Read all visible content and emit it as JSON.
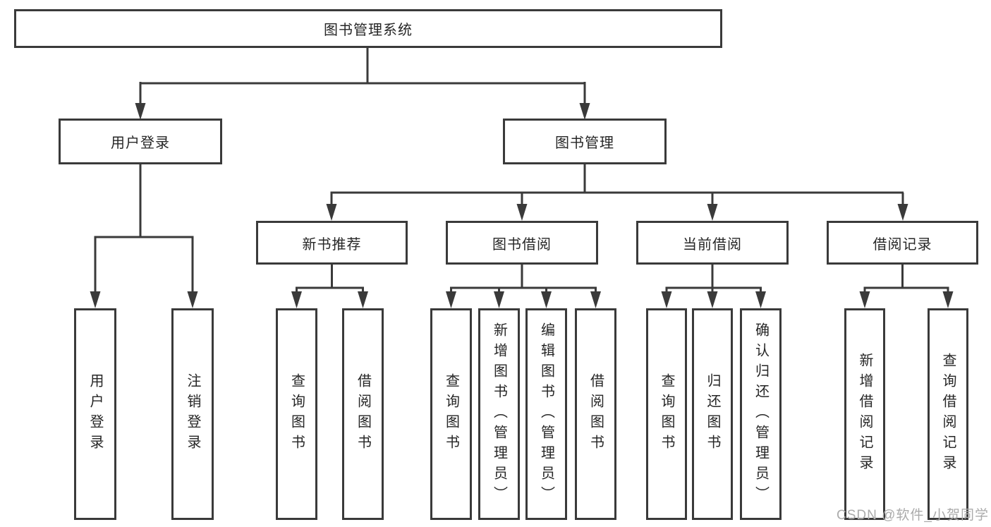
{
  "diagram_title": "图书管理系统",
  "tree": {
    "label": "图书管理系统",
    "children": [
      {
        "label": "用户登录",
        "children": [
          {
            "label": "用户登录"
          },
          {
            "label": "注销登录"
          }
        ]
      },
      {
        "label": "图书管理",
        "children": [
          {
            "label": "新书推荐",
            "children": [
              {
                "label": "查询图书"
              },
              {
                "label": "借阅图书"
              }
            ]
          },
          {
            "label": "图书借阅",
            "children": [
              {
                "label": "查询图书"
              },
              {
                "label": "新增图书（管理员）"
              },
              {
                "label": "编辑图书（管理员）"
              },
              {
                "label": "借阅图书"
              }
            ]
          },
          {
            "label": "当前借阅",
            "children": [
              {
                "label": "查询图书"
              },
              {
                "label": "归还图书"
              },
              {
                "label": "确认归还（管理员）"
              }
            ]
          },
          {
            "label": "借阅记录",
            "children": [
              {
                "label": "新增借阅记录"
              },
              {
                "label": "查询借阅记录"
              }
            ]
          }
        ]
      }
    ]
  },
  "watermark": "CSDN @软件_小贺同学",
  "colors": {
    "background": "#ffffff",
    "line": "#3a3a3a",
    "box_border": "#3a3a3a",
    "text": "#262626",
    "watermark": "#ababab"
  }
}
